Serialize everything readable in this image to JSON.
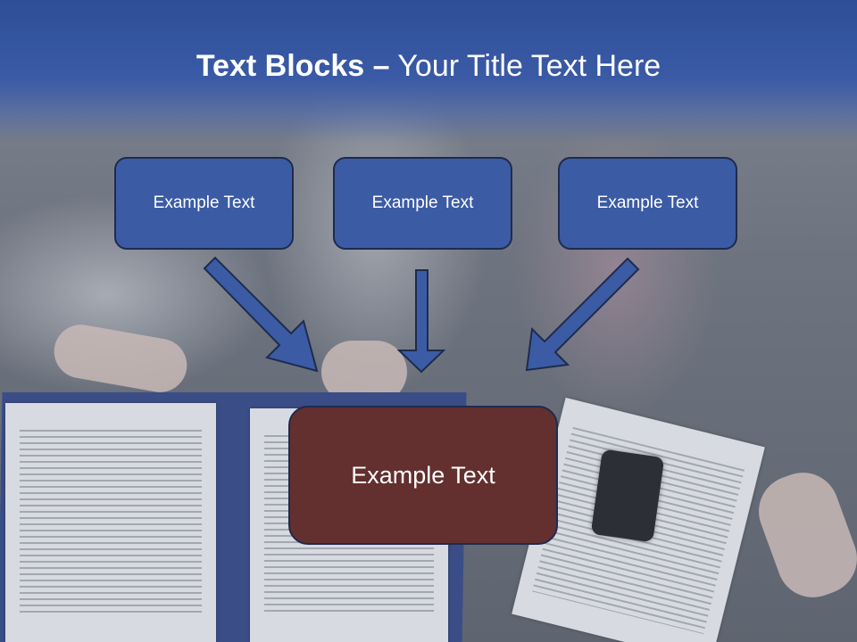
{
  "slide": {
    "title_bold": "Text Blocks",
    "title_separator": "–",
    "title_rest": "Your Title Text Here"
  },
  "blocks": [
    {
      "label": "Example Text"
    },
    {
      "label": "Example Text"
    },
    {
      "label": "Example Text"
    }
  ],
  "center_block": {
    "label": "Example Text"
  },
  "colors": {
    "title_band": "#3a5aa6",
    "block_fill": "#3b5ba5",
    "block_border": "#1e2b4d",
    "center_fill": "#632f2f",
    "arrow_fill": "#3b5ba5",
    "text": "#ffffff"
  },
  "icons": [
    "arrow-down-right-icon",
    "arrow-down-icon",
    "arrow-down-left-icon"
  ]
}
